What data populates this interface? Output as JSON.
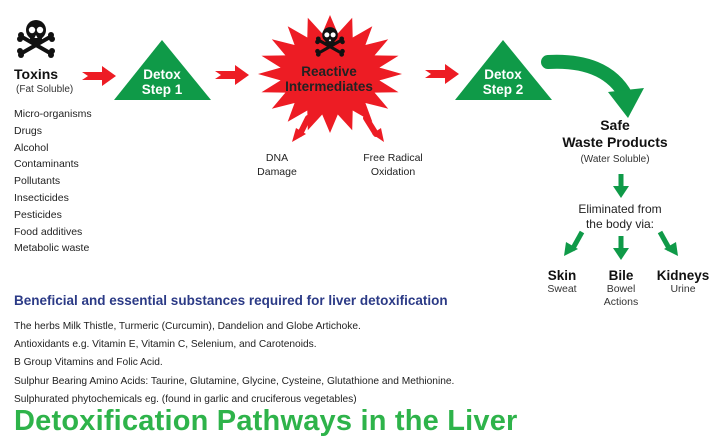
{
  "colors": {
    "green": "#0f9a48",
    "red": "#ed1c24",
    "title_green": "#2eb34a",
    "subtitle_blue": "#2b3a86"
  },
  "icons": [
    "skull-crossbones-icon",
    "red-arrow-icon",
    "green-arrow-icon"
  ],
  "toxins": {
    "title": "Toxins",
    "subtitle": "(Fat Soluble)",
    "items": [
      "Micro-organisms",
      "Drugs",
      "Alcohol",
      "Contaminants",
      "Pollutants",
      "Insecticides",
      "Pesticides",
      "Food additives",
      "Metabolic waste"
    ]
  },
  "detox1": {
    "line1": "Detox",
    "line2": "Step 1"
  },
  "detox2": {
    "line1": "Detox",
    "line2": "Step 2"
  },
  "reactive": {
    "line1": "Reactive",
    "line2": "Intermediates"
  },
  "effects": [
    {
      "line1": "DNA",
      "line2": "Damage"
    },
    {
      "line1": "Free Radical",
      "line2": "Oxidation"
    }
  ],
  "safe": {
    "line1": "Safe",
    "line2": "Waste Products",
    "subtitle": "(Water Soluble)"
  },
  "eliminated": {
    "line1": "Eliminated from",
    "line2": "the body via:"
  },
  "organs": [
    {
      "name": "Skin",
      "line1": "Sweat",
      "line2": ""
    },
    {
      "name": "Bile",
      "line1": "Bowel",
      "line2": "Actions"
    },
    {
      "name": "Kidneys",
      "line1": "Urine",
      "line2": ""
    }
  ],
  "beneficial": {
    "title": "Beneficial and essential substances required for liver detoxification",
    "items": [
      "The herbs Milk Thistle, Turmeric (Curcumin), Dandelion and Globe Artichoke.",
      "Antioxidants e.g. Vitamin E, Vitamin C, Selenium, and Carotenoids.",
      "B Group Vitamins and Folic Acid.",
      "Sulphur Bearing Amino Acids:  Taurine, Glutamine, Glycine, Cysteine, Glutathione and Methionine.",
      "Sulphurated phytochemicals eg. (found in garlic and cruciferous vegetables)"
    ]
  },
  "title": "Detoxification Pathways in the Liver"
}
